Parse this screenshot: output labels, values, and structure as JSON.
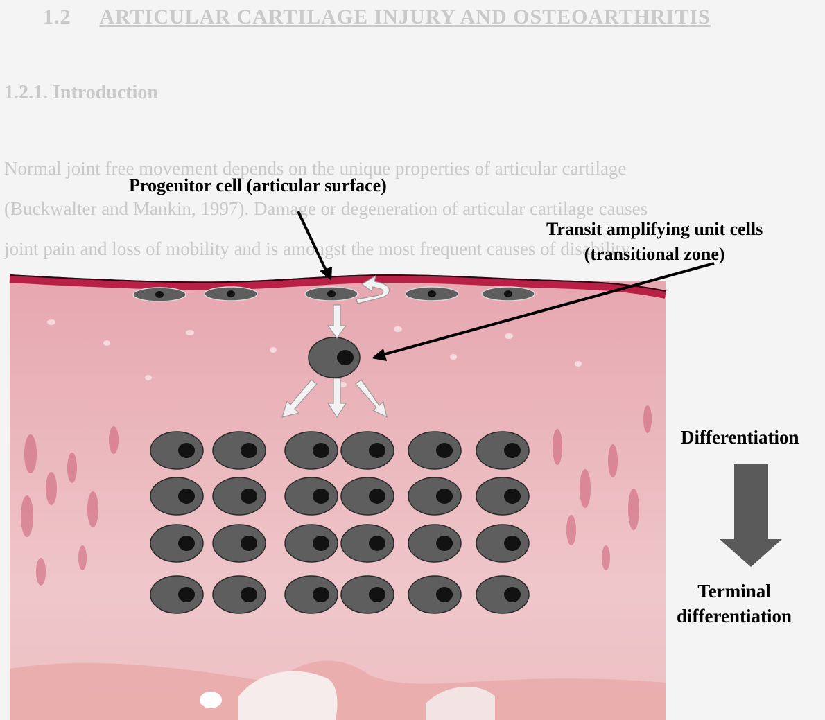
{
  "document": {
    "heading_number": "1.2",
    "heading_title": "ARTICULAR CARTILAGE INJURY AND OSTEOARTHRITIS",
    "subheading": "1.2.1.   Introduction",
    "body_lines": [
      "Normal joint free movement depends on the unique properties of articular cartilage",
      "(Buckwalter and Mankin, 1997). Damage or degeneration of articular cartilage causes",
      "joint pain and loss of mobility and is amongst the most frequent causes of disability"
    ]
  },
  "diagram": {
    "labels": {
      "progenitor": "Progenitor cell (articular surface)",
      "transit_line1": "Transit amplifying unit cells",
      "transit_line2": "(transitional zone)",
      "differentiation": "Differentiation",
      "terminal_line1": "Terminal",
      "terminal_line2": "differentiation"
    },
    "cell_grid": {
      "rows": 4,
      "columns": 6
    },
    "surface_cells": 5,
    "colors": {
      "cell_fill": "#5e5e5e",
      "cell_stroke": "#2a2a2a",
      "nucleus": "#121212",
      "white_arrow": "#f2f2f2",
      "big_arrow": "#5a5a5a",
      "tissue_base": "#eab3b8",
      "tissue_surface": "#b82045"
    }
  }
}
